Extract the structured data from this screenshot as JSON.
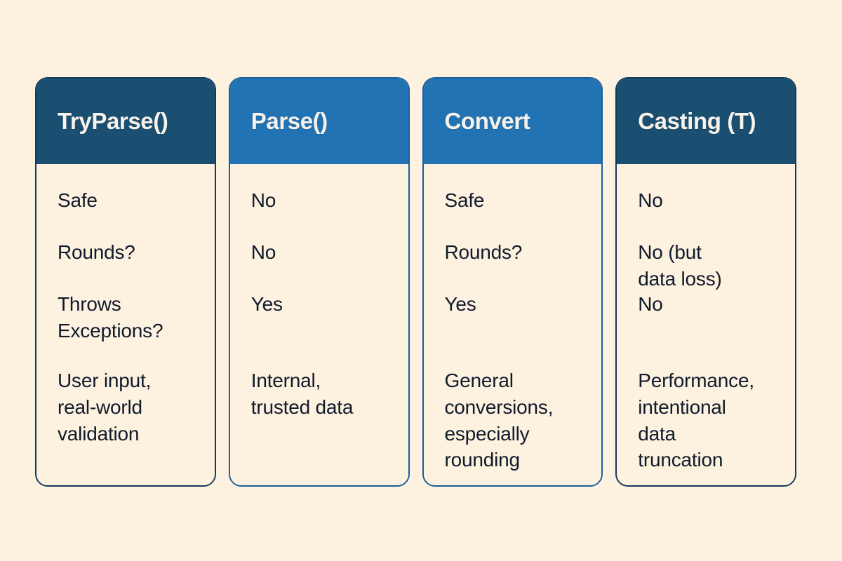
{
  "page": {
    "background_color": "#fdf1e0",
    "text_color": "#101a2b",
    "accent_dark": "#1a4f72",
    "accent_light": "#2273b4",
    "header_text_color": "#f7f3ec"
  },
  "cards": [
    {
      "title": "TryParse()",
      "accent": "dark",
      "cells": [
        {
          "lines": [
            "Safe"
          ]
        },
        {
          "lines": [
            "Rounds?"
          ]
        },
        {
          "lines": [
            "Throws",
            "Exceptions?"
          ]
        },
        {
          "lines": [
            "User input,",
            "real-world",
            "validation"
          ]
        }
      ]
    },
    {
      "title": "Parse()",
      "accent": "light",
      "cells": [
        {
          "lines": [
            "No"
          ]
        },
        {
          "lines": [
            "No"
          ]
        },
        {
          "lines": [
            "Yes"
          ]
        },
        {
          "lines": [
            "Internal,",
            "trusted data"
          ]
        }
      ]
    },
    {
      "title": "Convert",
      "accent": "light",
      "cells": [
        {
          "lines": [
            "Safe"
          ]
        },
        {
          "lines": [
            "Rounds?"
          ]
        },
        {
          "lines": [
            "Yes"
          ]
        },
        {
          "lines": [
            "General",
            "conversions,",
            "especially",
            "rounding"
          ]
        }
      ]
    },
    {
      "title": "Casting (T)",
      "accent": "dark",
      "cells": [
        {
          "lines": [
            "No"
          ]
        },
        {
          "lines": [
            "No (but",
            "data loss)"
          ]
        },
        {
          "lines": [
            "No"
          ]
        },
        {
          "lines": [
            "Performance,",
            "intentional",
            "data",
            "truncation"
          ]
        }
      ]
    }
  ]
}
